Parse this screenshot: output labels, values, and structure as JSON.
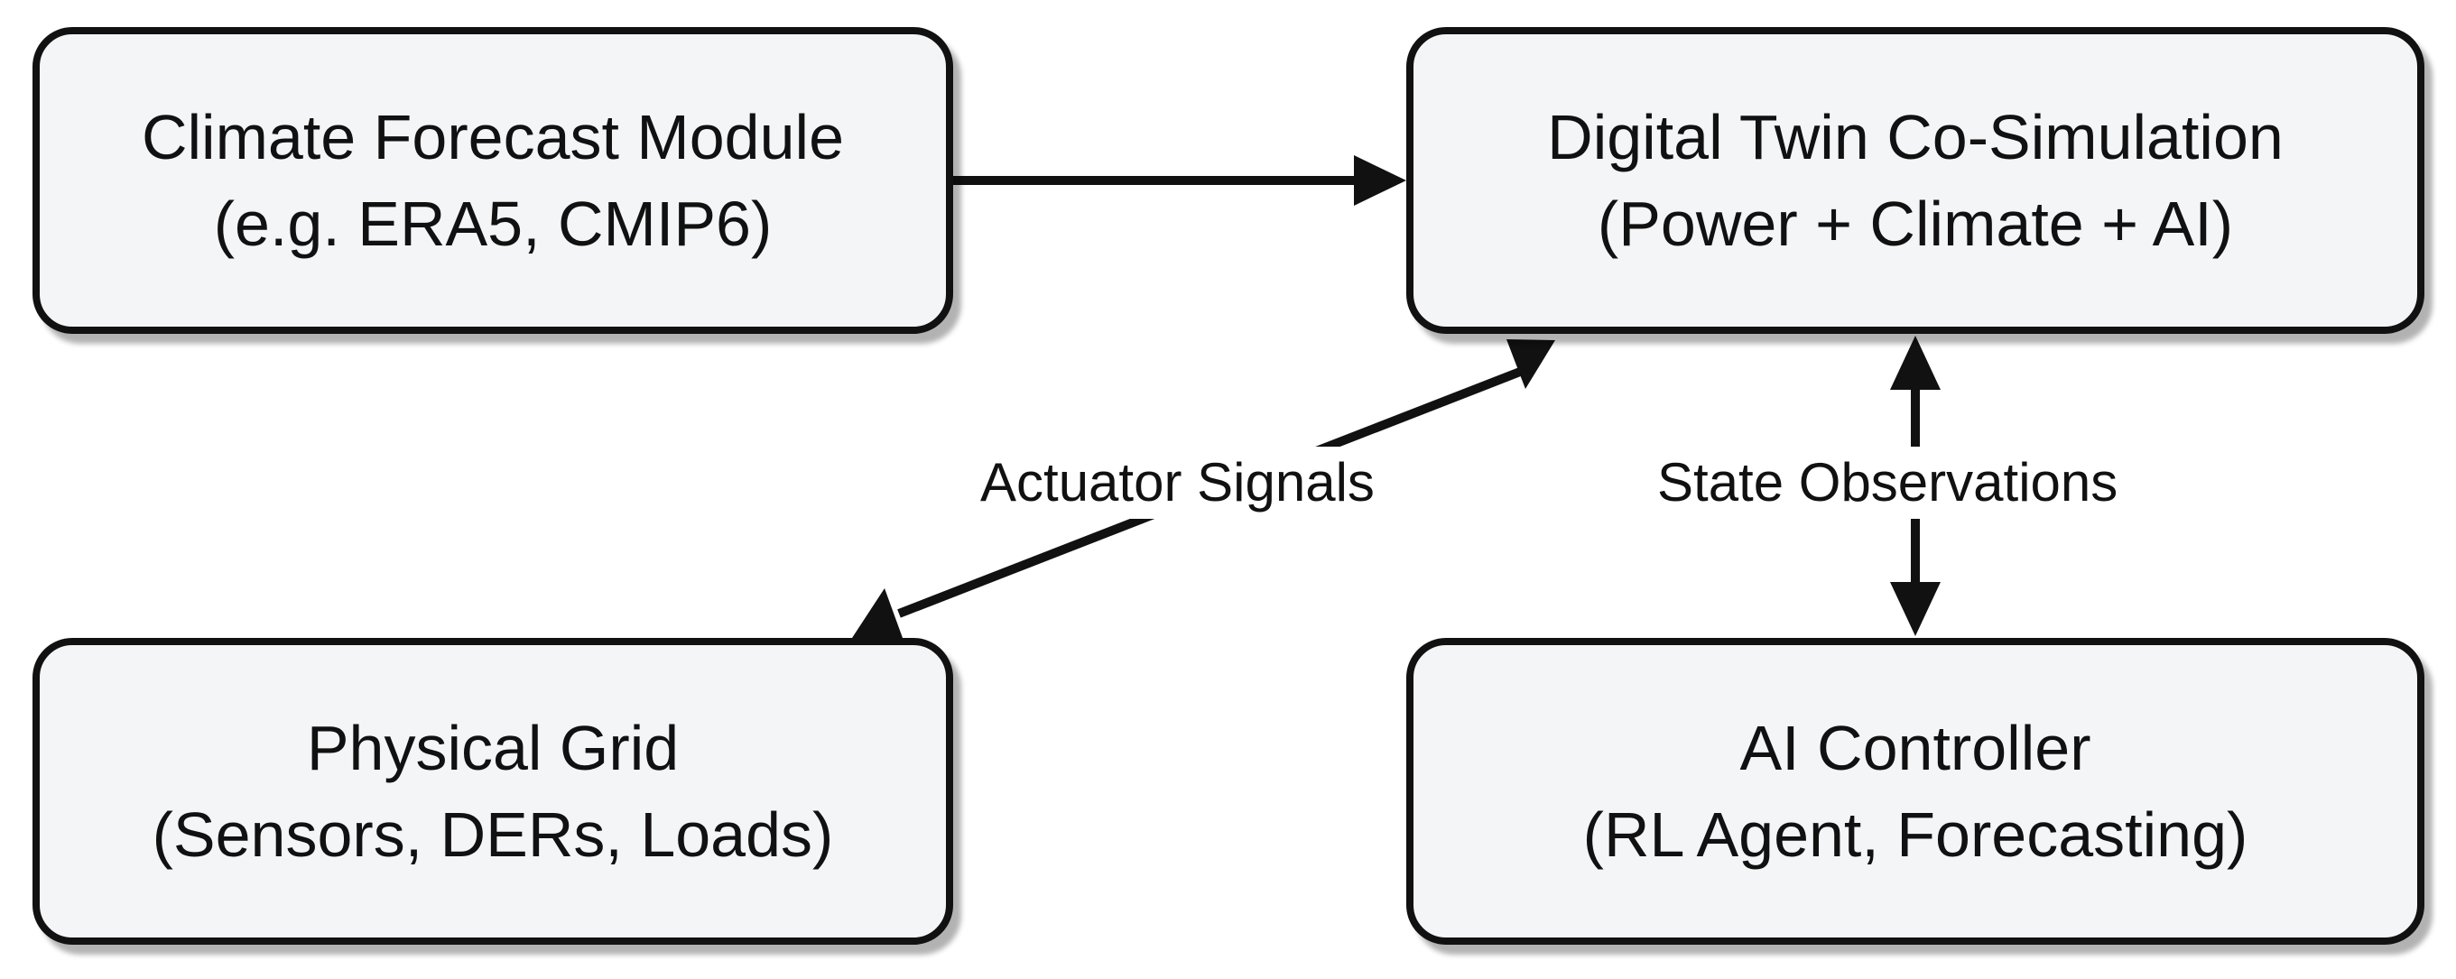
{
  "nodes": {
    "climate": {
      "line1": "Climate Forecast Module",
      "line2": "(e.g. ERA5, CMIP6)"
    },
    "twin": {
      "line1": "Digital Twin Co-Simulation",
      "line2": "(Power + Climate + AI)"
    },
    "grid": {
      "line1": "Physical Grid",
      "line2": "(Sensors, DERs, Loads)"
    },
    "ai": {
      "line1": "AI Controller",
      "line2": "(RL Agent, Forecasting)"
    }
  },
  "edges": {
    "climate_to_twin": {
      "label": ""
    },
    "twin_to_grid": {
      "label": "Actuator Signals"
    },
    "twin_ai": {
      "label": "State Observations"
    }
  },
  "colors": {
    "node_fill": "#f4f5f7",
    "stroke": "#111111",
    "background": "#ffffff"
  }
}
